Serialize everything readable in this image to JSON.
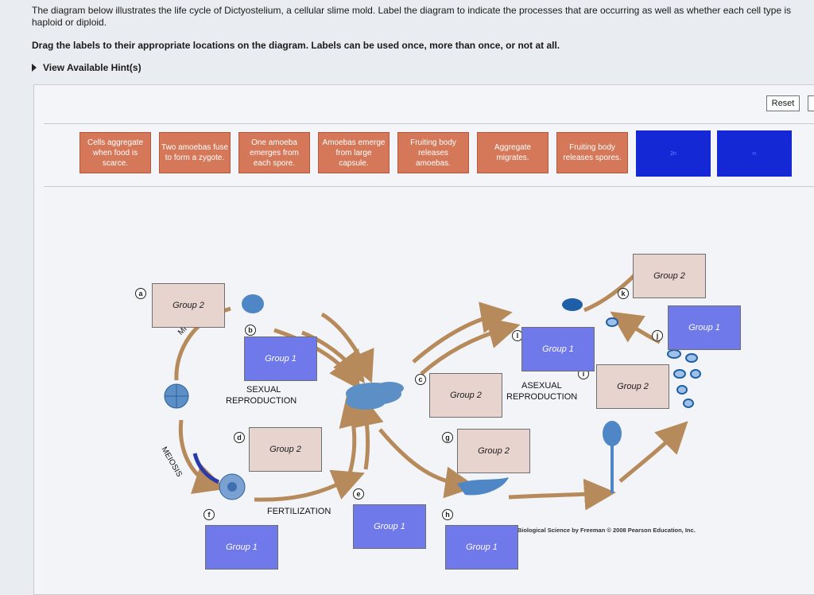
{
  "instructions": {
    "line1": "The diagram below illustrates the life cycle of Dictyostelium, a cellular slime mold. Label the diagram to indicate the processes that are occurring as well as whether each cell type is haploid or diploid.",
    "line2": "Drag the labels to their appropriate locations on the diagram. Labels can be used once, more than once, or not at all.",
    "hint": "View Available Hint(s)"
  },
  "reset_label": "Reset",
  "labels": [
    "Cells aggregate when food is scarce.",
    "Two amoebas fuse to form a zygote.",
    "One amoeba emerges from each spore.",
    "Amoebas emerge from large capsule.",
    "Fruiting body releases amoebas.",
    "Aggregate migrates.",
    "Fruiting body releases spores."
  ],
  "blue_labels": [
    "2n",
    "n"
  ],
  "markers": [
    "a",
    "b",
    "c",
    "d",
    "e",
    "f",
    "g",
    "h",
    "i",
    "j",
    "k",
    "l"
  ],
  "diagram_text": {
    "sexual": "SEXUAL",
    "sexual2": "REPRODUCTION",
    "asexual": "ASEXUAL",
    "asexual2": "REPRODUCTION",
    "fertilization": "FERTILIZATION",
    "mitosis": "MITOSIS",
    "meiosis": "MEIOSIS",
    "credit": "Adapted from Biological Science by Freeman © 2008 Pearson Education, Inc."
  },
  "groups": {
    "g1": "Group 1",
    "g2": "Group 2"
  },
  "colors": {
    "label_orange": "#d5785a",
    "label_blue": "#1528d6",
    "group1": "#6f79ea",
    "group2": "#e7d4cf",
    "arrow": "#b68a5a",
    "cell": "#5b8fc6"
  }
}
